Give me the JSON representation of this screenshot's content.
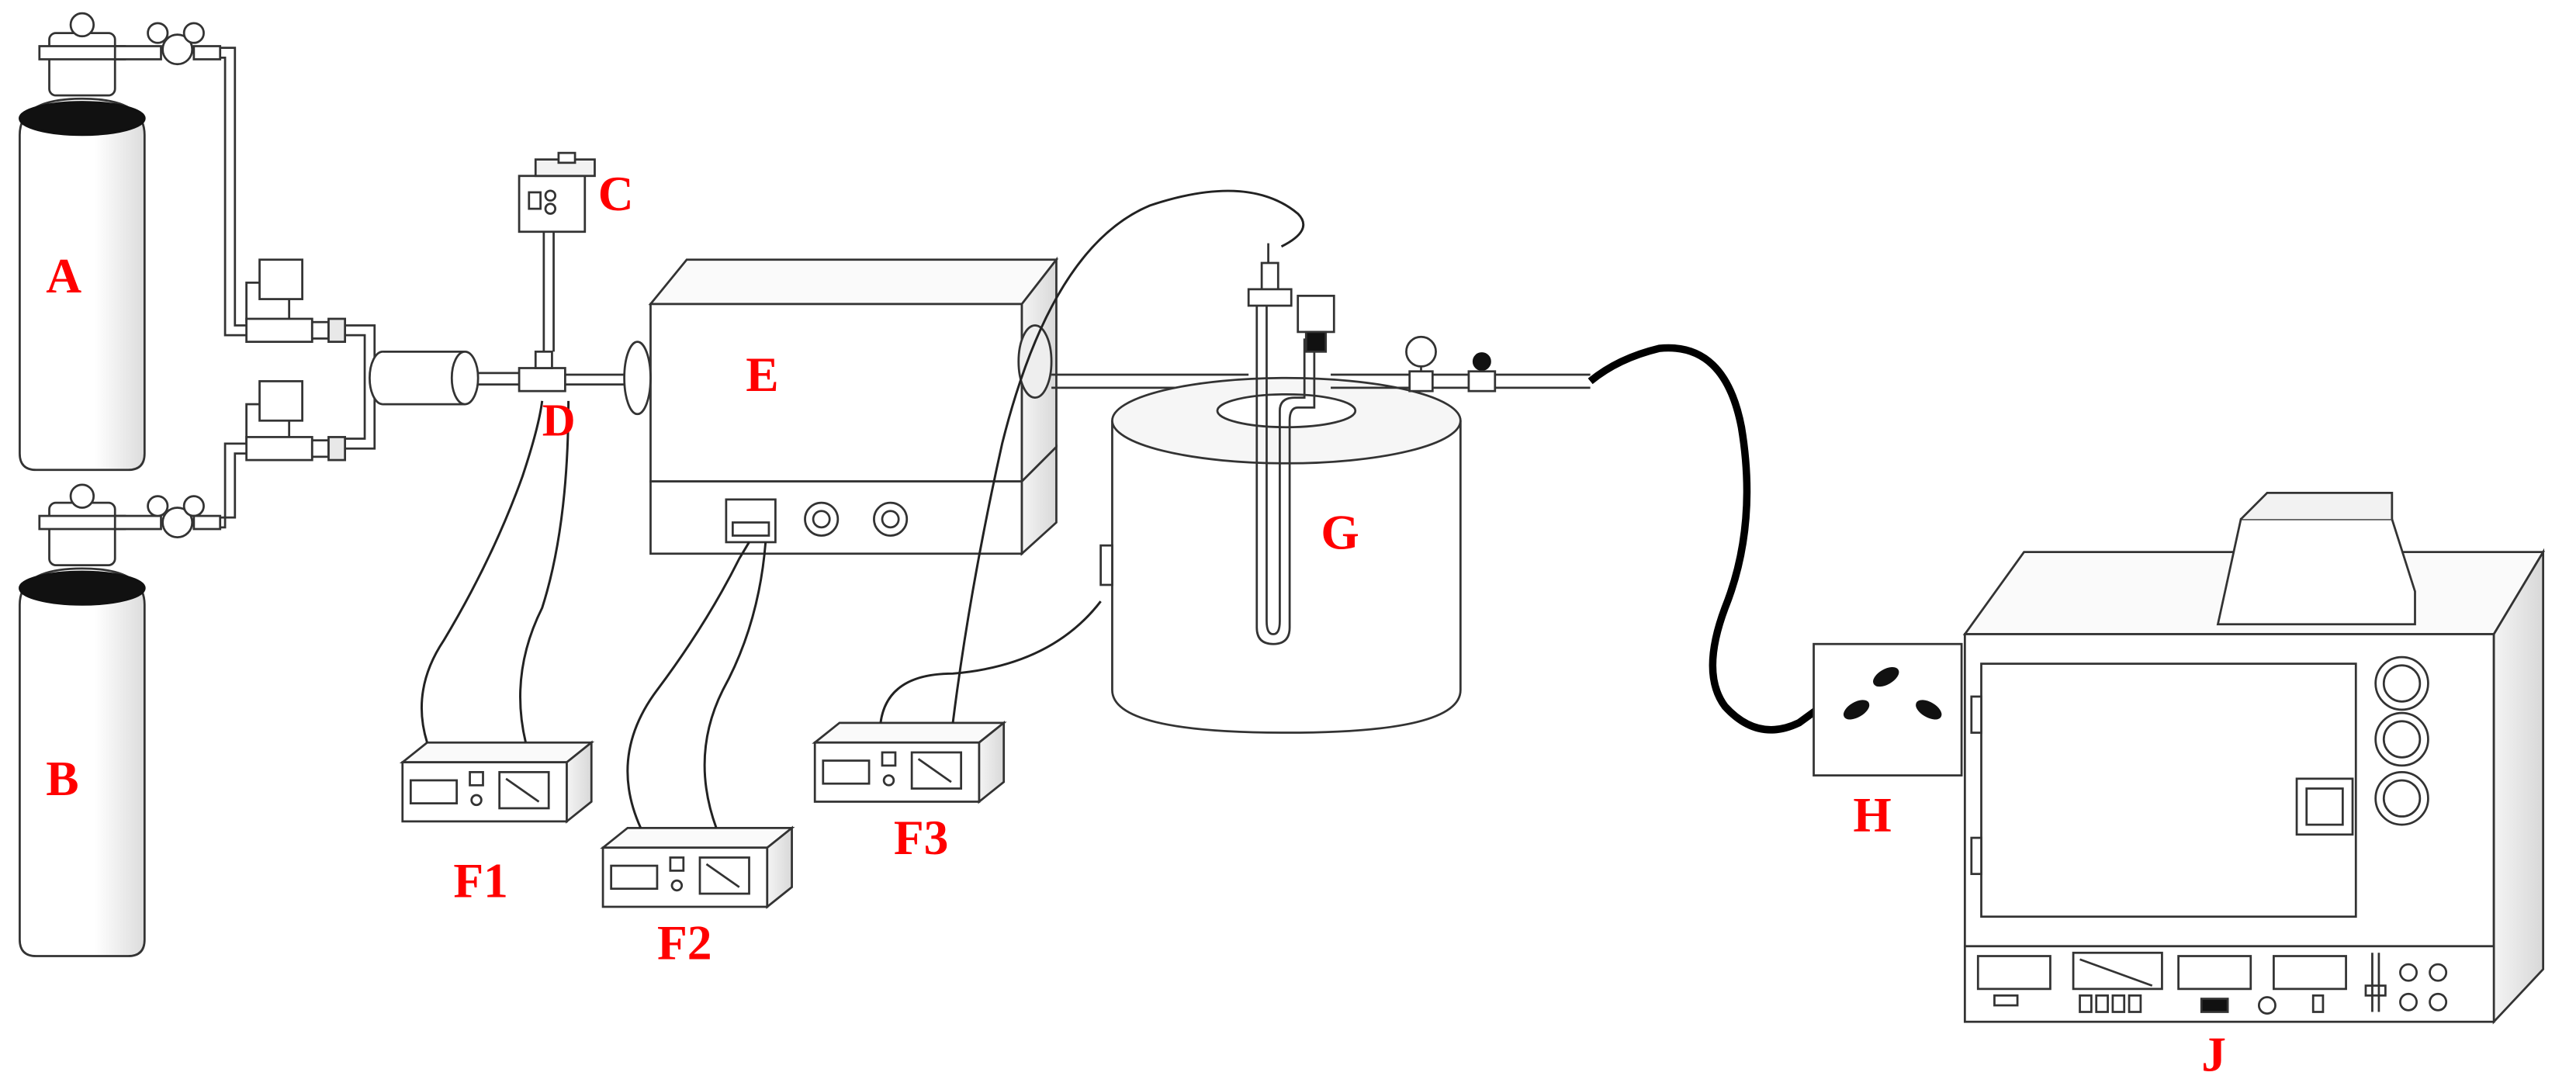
{
  "diagram": {
    "labels": {
      "A": "A",
      "B": "B",
      "C": "C",
      "D": "D",
      "E": "E",
      "F1": "F1",
      "F2": "F2",
      "F3": "F3",
      "G": "G",
      "H": "H",
      "J": "J"
    },
    "label_color": "#ff0000",
    "line_color": "#333333",
    "cable_color": "#000000"
  }
}
